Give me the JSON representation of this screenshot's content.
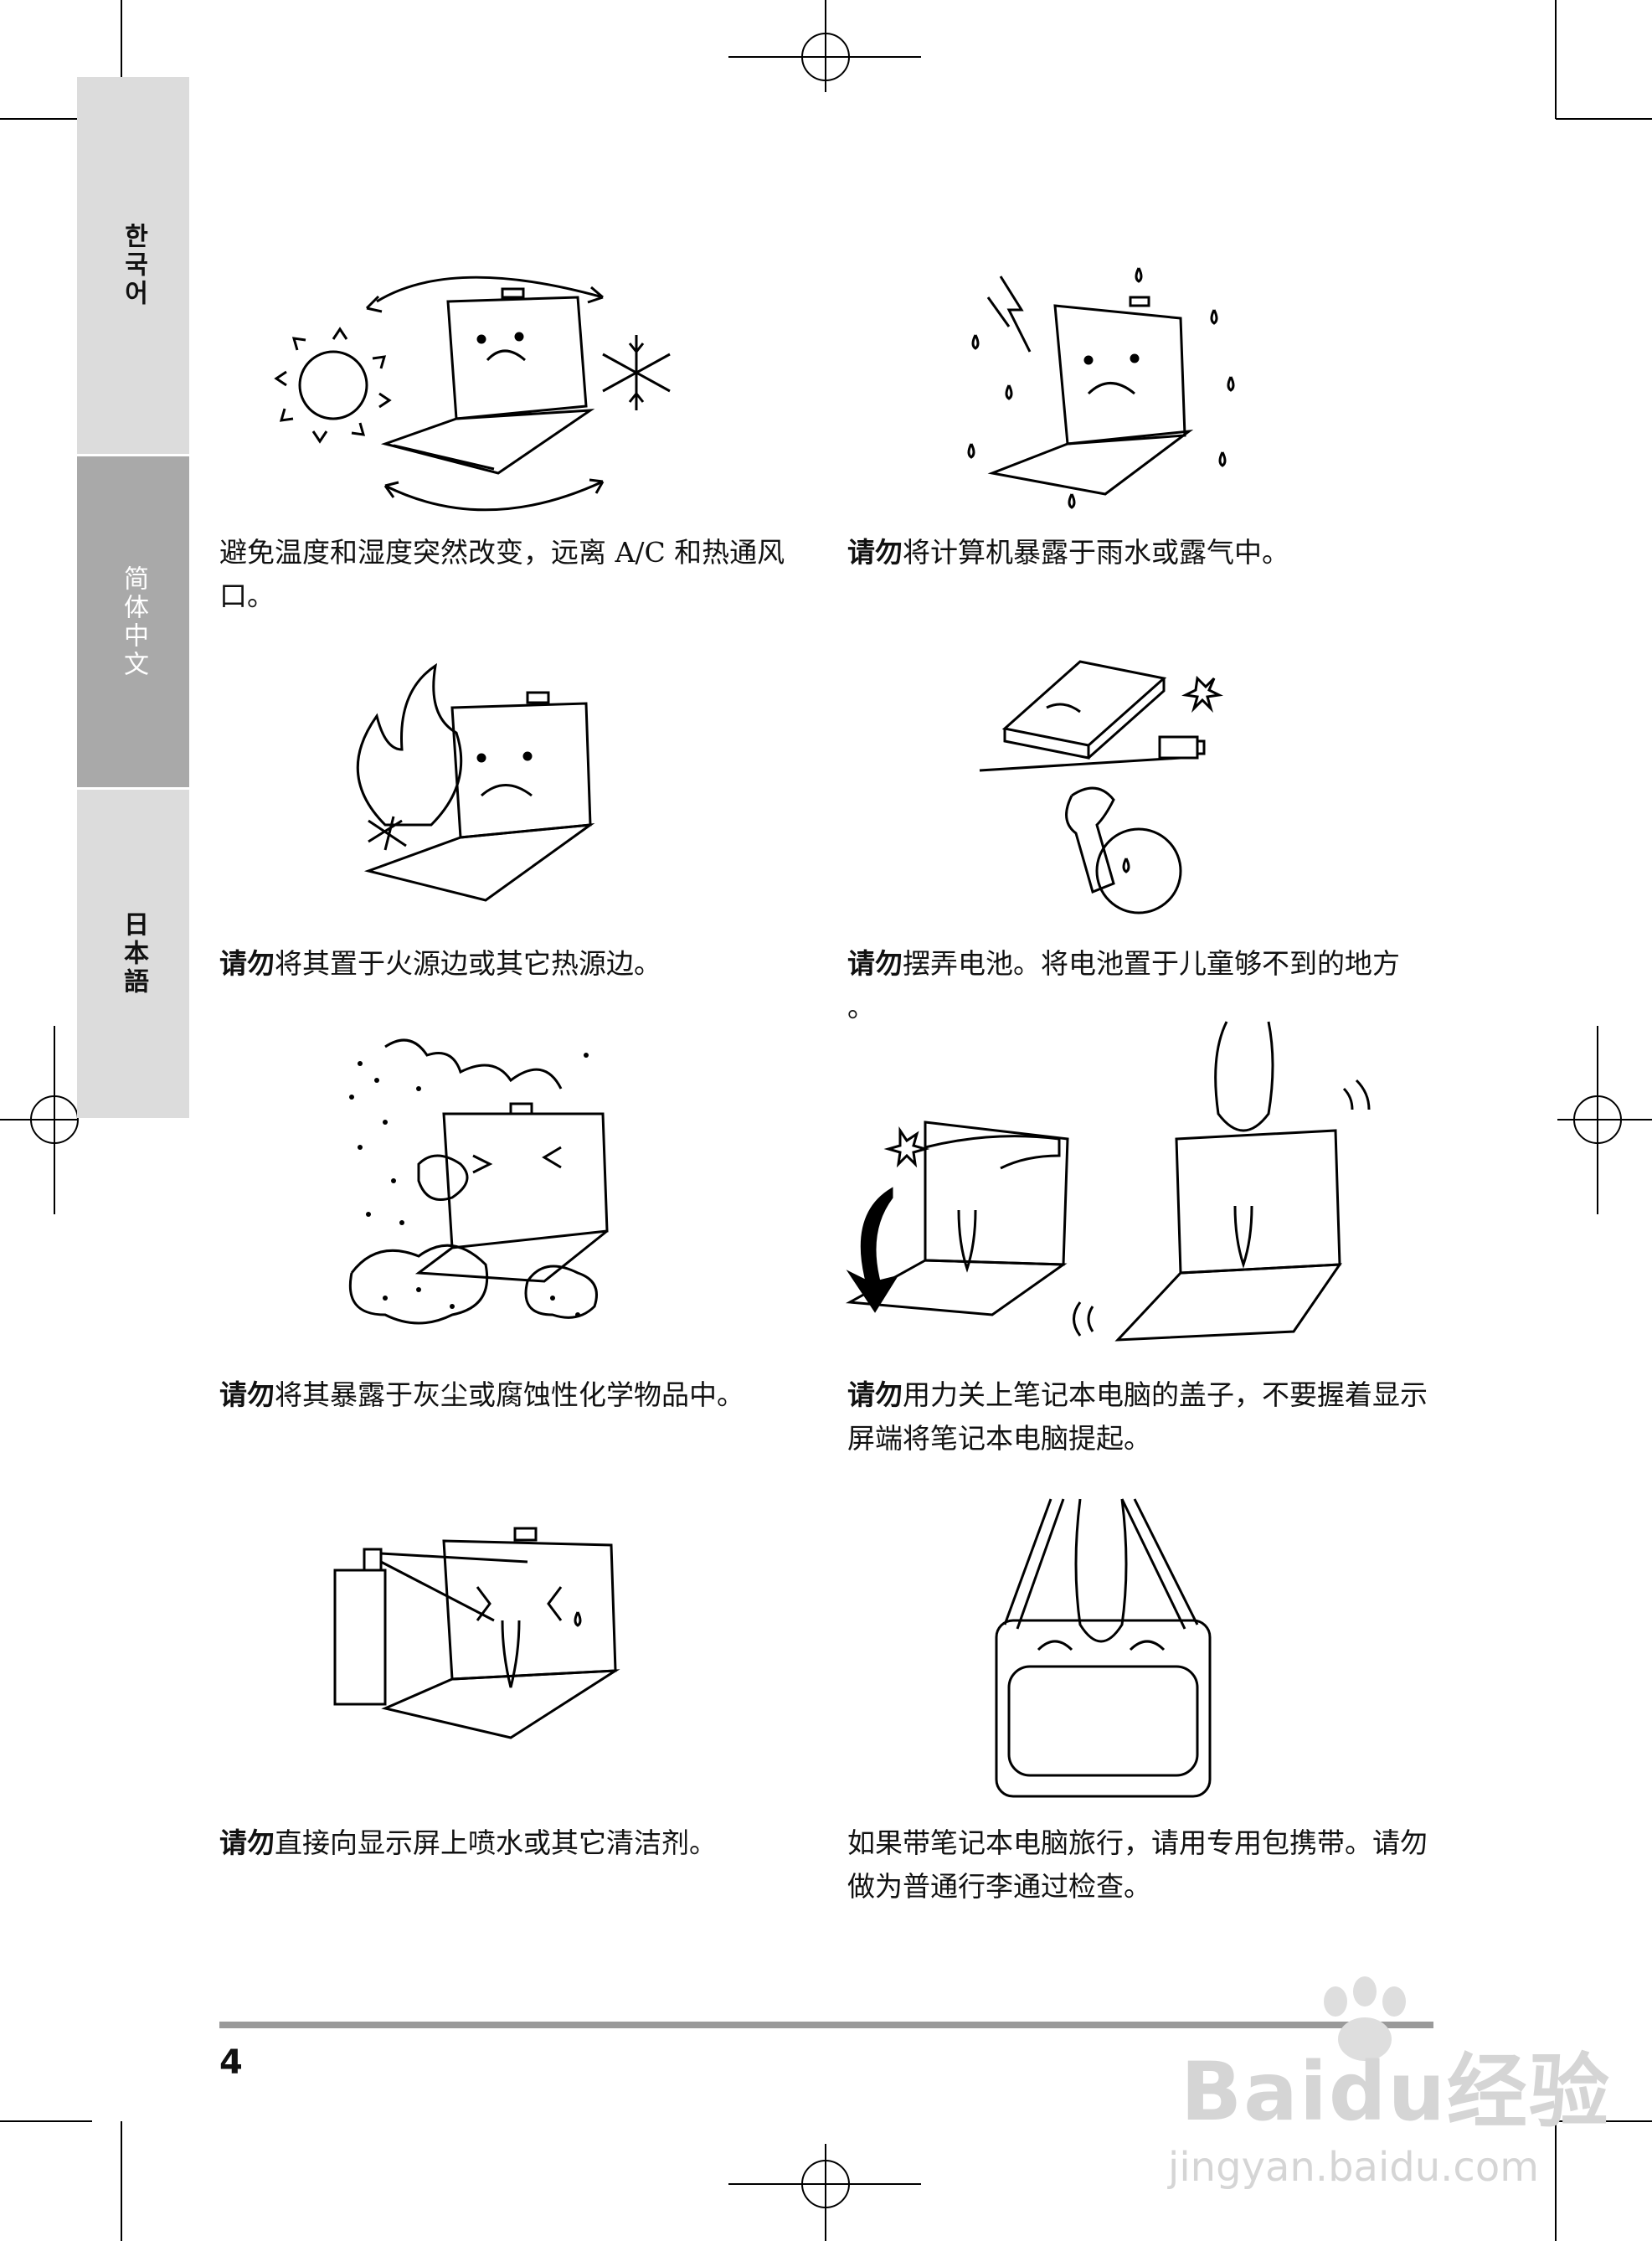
{
  "side_tabs": {
    "korean": "한국어",
    "chinese": "简体中文",
    "japanese": "日本語"
  },
  "captions": [
    {
      "bold": "",
      "text": "避免温度和湿度突然改变，远离 A/C 和热通风口。"
    },
    {
      "bold": "请勿",
      "text": "将计算机暴露于雨水或露气中。"
    },
    {
      "bold": "请勿",
      "text": "将其置于火源边或其它热源边。"
    },
    {
      "bold": "请勿",
      "text": "摆弄电池。将电池置于儿童够不到的地方 。"
    },
    {
      "bold": "请勿",
      "text": "将其暴露于灰尘或腐蚀性化学物品中。"
    },
    {
      "bold": "请勿",
      "text": "用力关上笔记本电脑的盖子，不要握着显示屏端将笔记本电脑提起。"
    },
    {
      "bold": "请勿",
      "text": "直接向显示屏上喷水或其它清洁剂。"
    },
    {
      "bold": "",
      "text": "如果带笔记本电脑旅行，请用专用包携带。请勿做为普通行李通过检查。"
    }
  ],
  "page_number": "4",
  "watermark": {
    "brand": "Baidu经验",
    "url": "jingyan.baidu.com"
  }
}
